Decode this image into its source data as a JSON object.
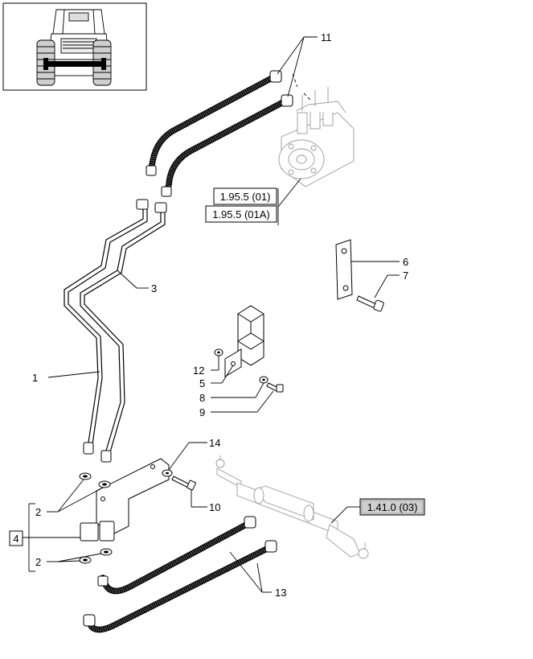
{
  "callouts": {
    "c1": "1",
    "c2a": "2",
    "c2b": "2",
    "c3": "3",
    "c4": "4",
    "c5": "5",
    "c6": "6",
    "c7": "7",
    "c8": "8",
    "c9": "9",
    "c10": "10",
    "c11": "11",
    "c12": "12",
    "c13": "13",
    "c14": "14"
  },
  "references": {
    "steering_unit_a": "1.95.5 (01)",
    "steering_unit_b": "1.95.5 (01A)",
    "steering_cylinder": "1.41.0 (03)"
  },
  "inset": {
    "icon": "tractor-front-view-icon"
  }
}
